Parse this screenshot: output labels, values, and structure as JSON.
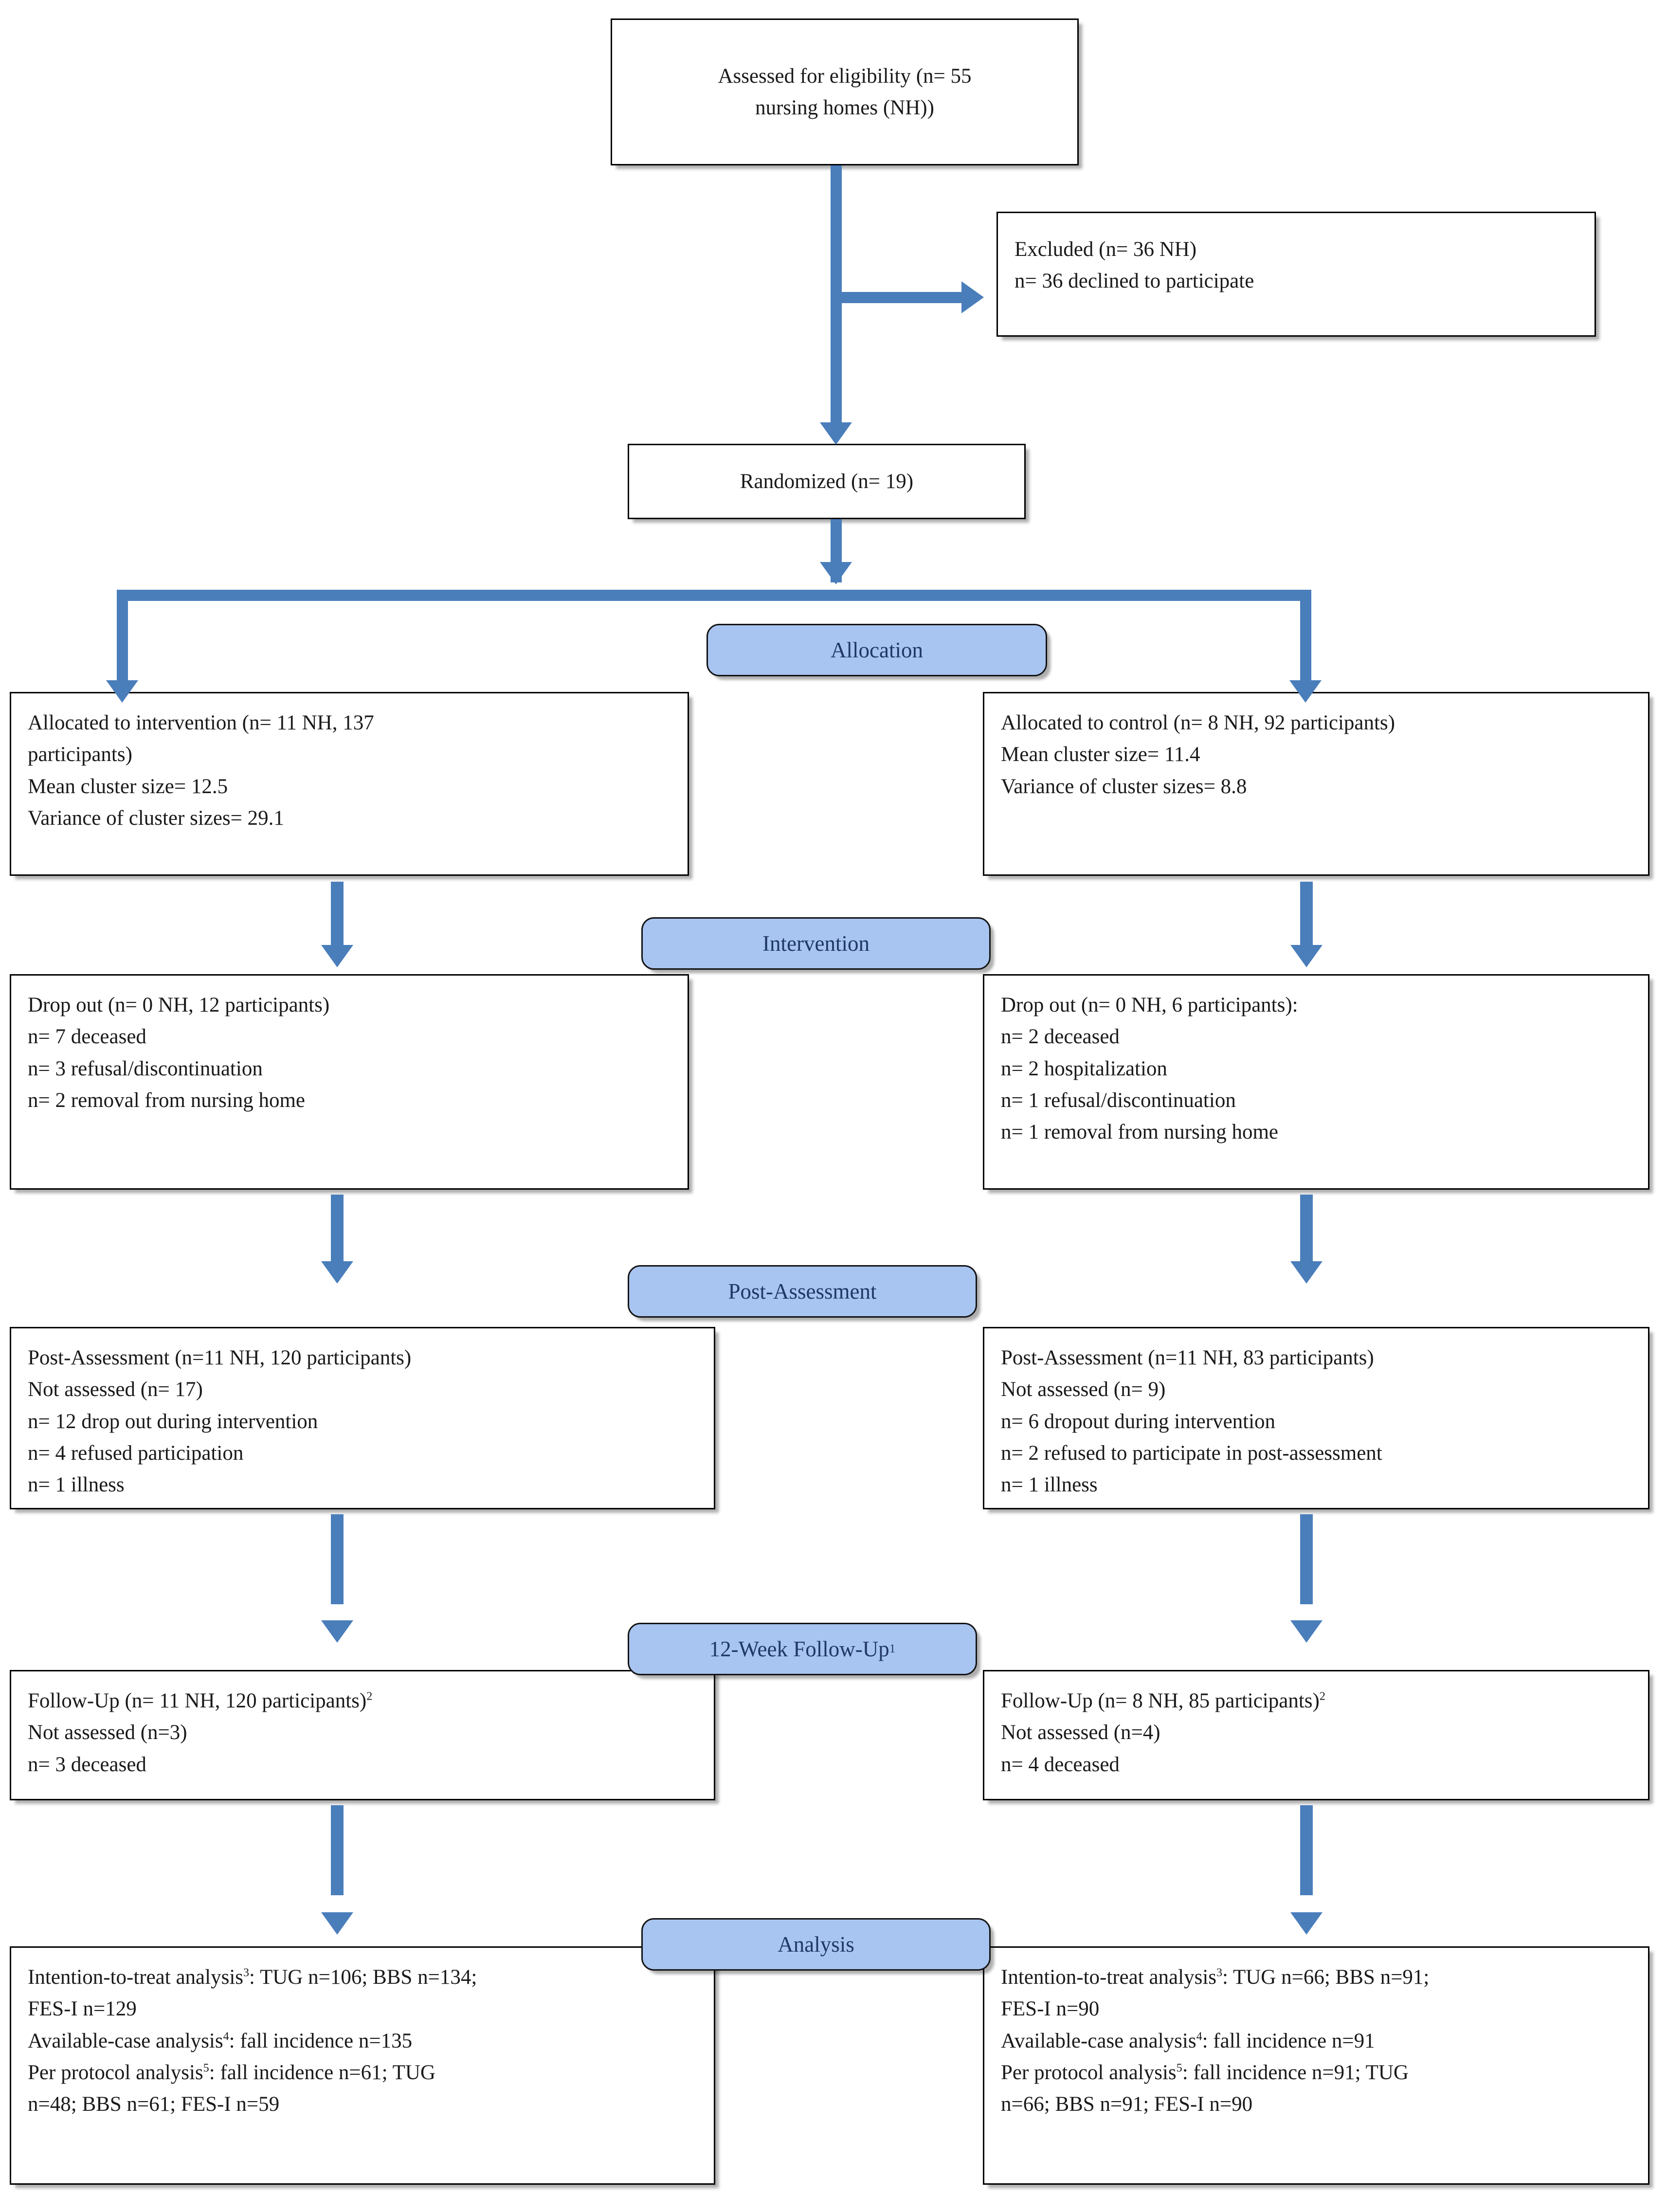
{
  "colors": {
    "banner_fill": "#a8c4f0",
    "banner_text": "#1f3864",
    "arrow": "#4a7ebb",
    "box_border": "#000000",
    "background": "#ffffff"
  },
  "diagram": {
    "type": "consort-flow-diagram",
    "enrollment": {
      "assessed": {
        "line1": "Assessed for eligibility (n= 55",
        "line2": "nursing homes (NH))"
      },
      "excluded": {
        "line1": "Excluded (n= 36 NH)",
        "line2": "n= 36 declined to participate"
      },
      "randomized": {
        "line1": "Randomized (n= 19)"
      }
    },
    "stages": [
      {
        "id": "allocation",
        "label": "Allocation",
        "sup": ""
      },
      {
        "id": "intervention",
        "label": "Intervention",
        "sup": ""
      },
      {
        "id": "post",
        "label": "Post-Assessment",
        "sup": ""
      },
      {
        "id": "followup",
        "label": "12-Week Follow-Up",
        "sup": "1"
      },
      {
        "id": "analysis",
        "label": "Analysis",
        "sup": ""
      }
    ],
    "left": {
      "allocation": [
        "Allocated to intervention (n= 11 NH, 137",
        "participants)",
        "Mean cluster size= 12.5",
        "Variance of cluster sizes= 29.1"
      ],
      "intervention": [
        "Drop out (n= 0 NH, 12 participants)",
        "n= 7 deceased",
        "n= 3 refusal/discontinuation",
        "n= 2 removal from nursing home"
      ],
      "post": [
        "Post-Assessment (n=11 NH, 120 participants)",
        "Not assessed (n= 17)",
        "n= 12 drop out during intervention",
        "n= 4 refused participation",
        "n= 1 illness"
      ],
      "followup": [
        "Follow-Up (n= 11 NH, 120 participants)",
        "Not assessed (n=3)",
        "n= 3 deceased"
      ],
      "followup_sup": "2",
      "analysis": [
        "Intention-to-treat analysis",
        ": TUG n=106; BBS n=134;",
        "FES-I n=129",
        "Available-case analysis",
        ": fall incidence n=135",
        "Per protocol analysis",
        ": fall incidence n=61; TUG",
        "n=48; BBS n=61; FES-I n=59"
      ]
    },
    "right": {
      "allocation": [
        "Allocated to control (n= 8 NH, 92 participants)",
        "Mean cluster size= 11.4",
        "Variance of cluster sizes= 8.8"
      ],
      "intervention": [
        "Drop out (n= 0 NH, 6 participants):",
        "n= 2 deceased",
        "n= 2 hospitalization",
        "n= 1 refusal/discontinuation",
        "n= 1 removal from nursing home"
      ],
      "post": [
        "Post-Assessment (n=11 NH, 83 participants)",
        "Not assessed (n= 9)",
        "n= 6 dropout during intervention",
        "n= 2 refused to participate in post-assessment",
        "n= 1 illness"
      ],
      "followup": [
        "Follow-Up (n= 8 NH, 85 participants)",
        "Not assessed (n=4)",
        "n= 4 deceased"
      ],
      "followup_sup": "2",
      "analysis": [
        "Intention-to-treat analysis",
        ": TUG n=66; BBS n=91;",
        "FES-I n=90",
        "Available-case analysis",
        ": fall incidence n=91",
        "Per protocol analysis",
        ": fall incidence n=91; TUG",
        "n=66; BBS n=91; FES-I n=90"
      ]
    },
    "superscripts": {
      "itt": "3",
      "available_case": "4",
      "per_protocol": "5"
    }
  }
}
